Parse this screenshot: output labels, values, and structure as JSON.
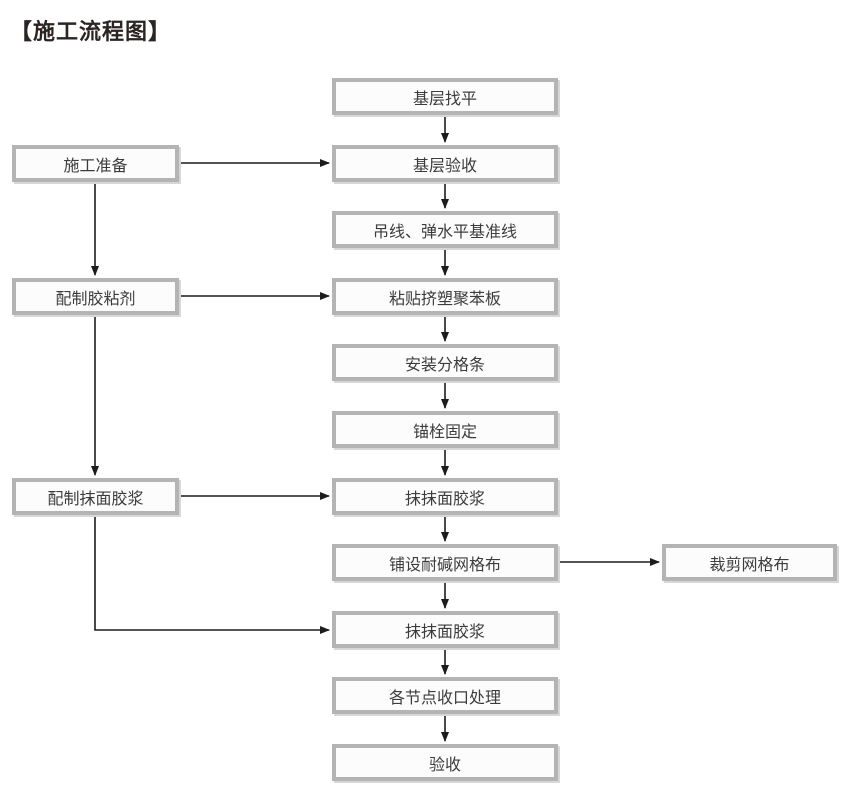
{
  "page": {
    "title": "【施工流程图】"
  },
  "colors": {
    "background": "#ffffff",
    "box_border": "#b4b4b4",
    "box_fill": "#fcfcfc",
    "box_shadow": "#d7d7d7",
    "arrow": "#1c1c1c",
    "text": "#3c3c3c",
    "title_text": "#2b2423"
  },
  "flowchart": {
    "main_steps": [
      {
        "label": "基层找平"
      },
      {
        "label": "基层验收"
      },
      {
        "label": "吊线、弹水平基准线"
      },
      {
        "label": "粘贴挤塑聚苯板"
      },
      {
        "label": "安装分格条"
      },
      {
        "label": "锚栓固定"
      },
      {
        "label": "抹抹面胶浆"
      },
      {
        "label": "铺设耐碱网格布"
      },
      {
        "label": "抹抹面胶浆"
      },
      {
        "label": "各节点收口处理"
      },
      {
        "label": "验收"
      }
    ],
    "side_steps": [
      {
        "label": "施工准备",
        "connects_to": "基层验收"
      },
      {
        "label": "配制胶粘剂",
        "connects_to": "粘贴挤塑聚苯板"
      },
      {
        "label": "配制抹面胶浆",
        "connects_to": "抹抹面胶浆"
      }
    ],
    "branch_steps": [
      {
        "label": "裁剪网格布",
        "connects_from": "铺设耐碱网格布"
      }
    ]
  }
}
